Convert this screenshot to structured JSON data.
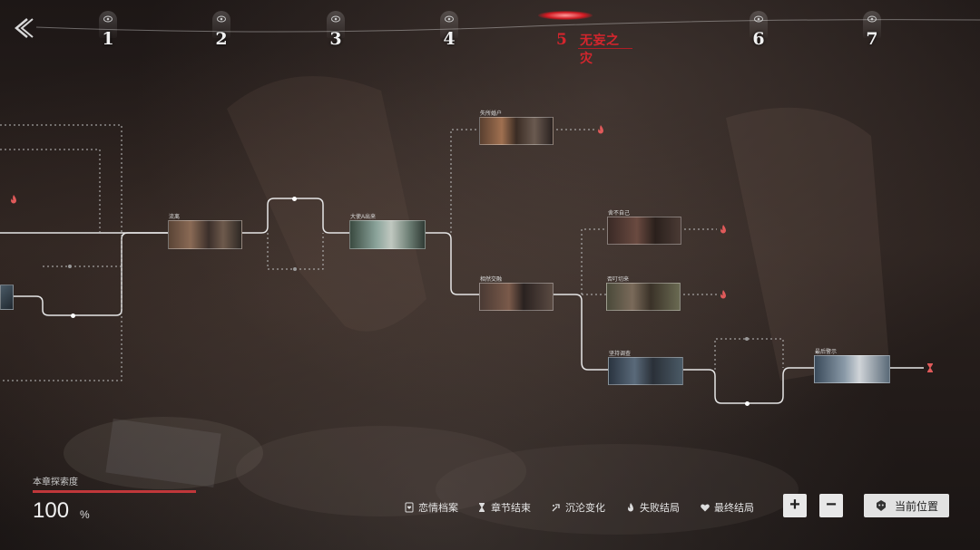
{
  "chapters": [
    {
      "num": "1"
    },
    {
      "num": "2"
    },
    {
      "num": "3"
    },
    {
      "num": "4"
    },
    {
      "num": "5",
      "name": "无妄之灾",
      "active": true
    },
    {
      "num": "6"
    },
    {
      "num": "7"
    }
  ],
  "nodes": {
    "n1": {
      "label": "流离"
    },
    "n2": {
      "label": "大使A出来"
    },
    "n3": {
      "label": "失所婚户"
    },
    "n4": {
      "label": "相然交融"
    },
    "n5": {
      "label": "舍不自己"
    },
    "n6": {
      "label": "否叮切来"
    },
    "n7": {
      "label": "坚持调查"
    },
    "n8": {
      "label": "最后警示"
    }
  },
  "progress": {
    "label": "本章探索度",
    "value": "100",
    "unit": "%",
    "percent": 100
  },
  "legend": {
    "romance": "恋情档案",
    "chapter_end": "章节结束",
    "change": "沉沦变化",
    "fail": "失败结局",
    "final": "最终结局"
  },
  "controls": {
    "zoom_in": "+",
    "zoom_out": "−",
    "current_position": "当前位置"
  },
  "colors": {
    "accent_red": "#d4252d",
    "progress_red": "#c0373a",
    "line": "#e6e6e6"
  }
}
